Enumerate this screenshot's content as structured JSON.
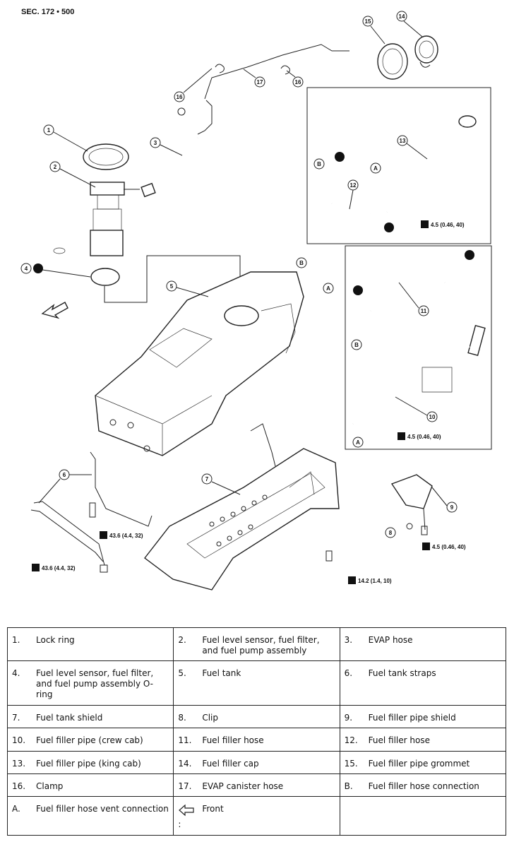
{
  "section": "SEC. 172 • 500",
  "callouts": [
    "1",
    "2",
    "3",
    "4",
    "5",
    "6",
    "7",
    "8",
    "9",
    "10",
    "11",
    "12",
    "13",
    "14",
    "15",
    "16",
    "17",
    "A",
    "B"
  ],
  "torques": {
    "t1": "4.5 (0.46, 40)",
    "t2": "4.5 (0.46, 40)",
    "t3": "4.5 (0.46, 40)",
    "t4": "43.6 (4.4, 32)",
    "t5": "43.6 (4.4, 32)",
    "t6": "14.2 (1.4, 10)"
  },
  "legend": [
    {
      "n": "1.",
      "t": "Lock ring"
    },
    {
      "n": "2.",
      "t": "Fuel level sensor, fuel filter, and fuel pump assembly"
    },
    {
      "n": "3.",
      "t": "EVAP hose"
    },
    {
      "n": "4.",
      "t": "Fuel level sensor, fuel filter, and fuel pump assembly O-ring"
    },
    {
      "n": "5.",
      "t": "Fuel tank"
    },
    {
      "n": "6.",
      "t": "Fuel tank straps"
    },
    {
      "n": "7.",
      "t": "Fuel tank shield"
    },
    {
      "n": "8.",
      "t": "Clip"
    },
    {
      "n": "9.",
      "t": "Fuel filler pipe shield"
    },
    {
      "n": "10.",
      "t": "Fuel filler pipe (crew cab)"
    },
    {
      "n": "11.",
      "t": "Fuel filler hose"
    },
    {
      "n": "12.",
      "t": "Fuel filler hose"
    },
    {
      "n": "13.",
      "t": "Fuel filler pipe (king cab)"
    },
    {
      "n": "14.",
      "t": "Fuel filler cap"
    },
    {
      "n": "15.",
      "t": "Fuel filler pipe grommet"
    },
    {
      "n": "16.",
      "t": "Clamp"
    },
    {
      "n": "17.",
      "t": "EVAP canister hose"
    },
    {
      "n": "B.",
      "t": "Fuel filler hose connection"
    },
    {
      "n": "A.",
      "t": "Fuel filler hose vent connection"
    },
    {
      "n": ":",
      "t": "Front",
      "icon": "front-arrow-icon"
    },
    {
      "n": "",
      "t": ""
    }
  ]
}
